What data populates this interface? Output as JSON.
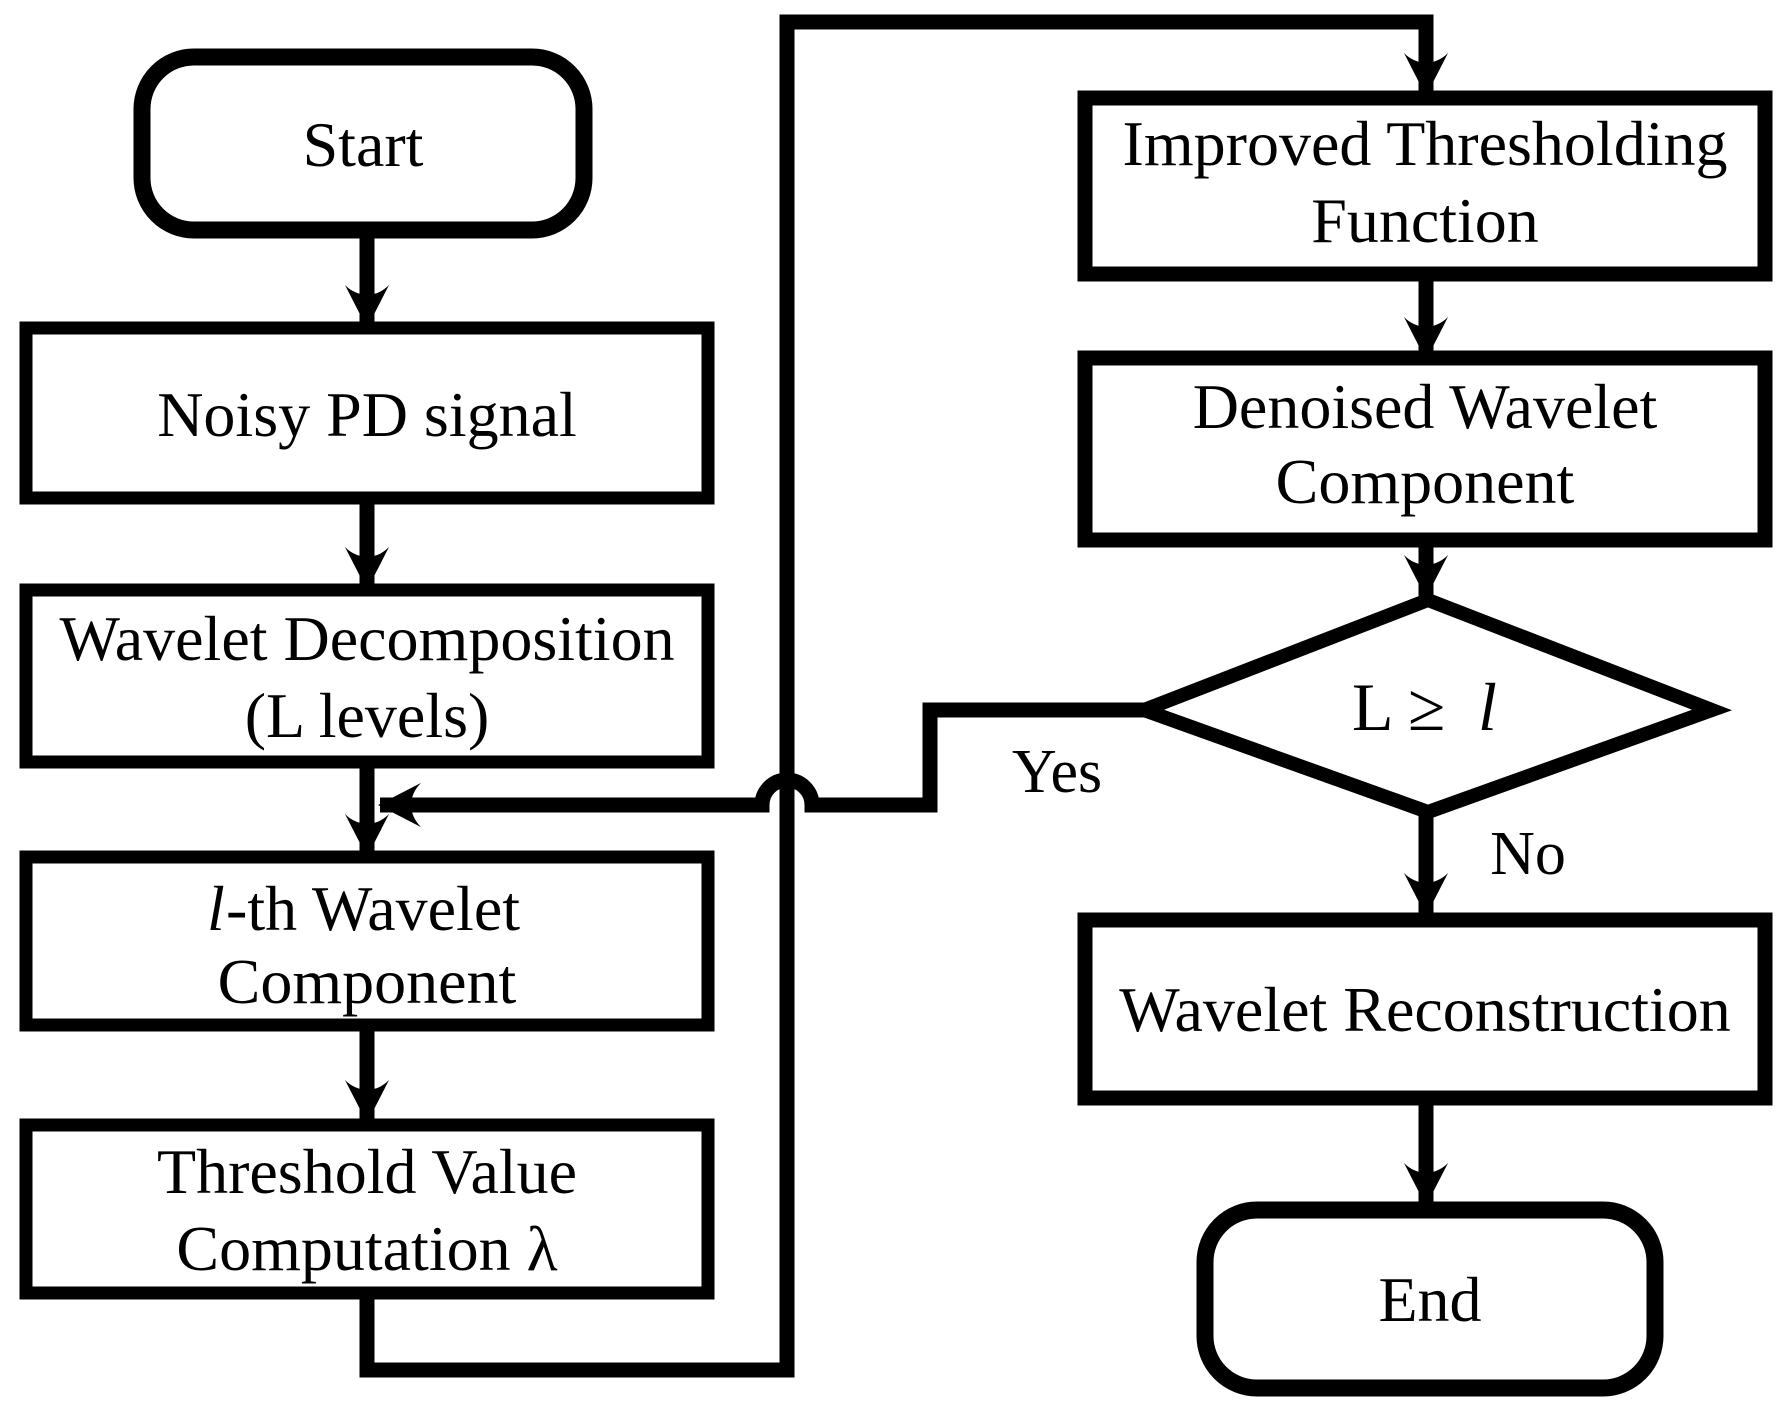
{
  "nodes": {
    "start": {
      "label": "Start"
    },
    "noisy": {
      "label": "Noisy PD signal"
    },
    "decomp": {
      "line1": "Wavelet Decomposition",
      "line2": "(L levels)"
    },
    "lth": {
      "line1_italic": "l",
      "line1_rest": "-th Wavelet",
      "line2": "Component"
    },
    "threshold": {
      "line1": "Threshold Value",
      "line2": "Computation λ"
    },
    "improved": {
      "line1": "Improved Thresholding",
      "line2": "Function"
    },
    "denoised": {
      "line1": "Denoised Wavelet",
      "line2": "Component"
    },
    "decision": {
      "lhs": "L ≥",
      "rhs_italic": "l"
    },
    "recon": {
      "label": "Wavelet Reconstruction"
    },
    "end": {
      "label": "End"
    }
  },
  "edges": {
    "yes_label": "Yes",
    "no_label": "No"
  },
  "colors": {
    "stroke": "#000000",
    "background": "#ffffff"
  }
}
